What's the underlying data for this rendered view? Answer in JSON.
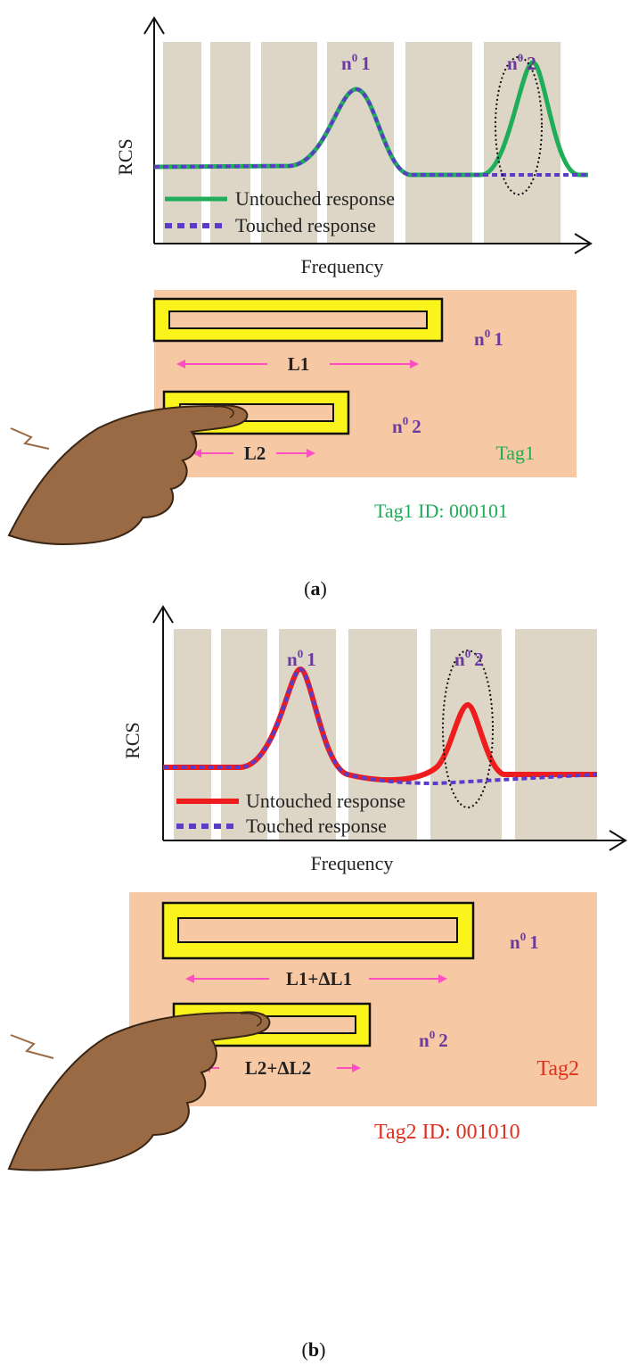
{
  "panel_a": {
    "y_label": "RCS",
    "x_label": "Frequency",
    "peak1_label": "n",
    "peak1_sup": "0",
    "peak1_num": "1",
    "peak2_label": "n",
    "peak2_sup": "0",
    "peak2_num": "2",
    "legend": {
      "untouched": "Untouched response",
      "touched": "Touched response"
    },
    "res1_label_n": "n",
    "res1_label_sup": "0",
    "res1_label_num": "1",
    "res2_label_n": "n",
    "res2_label_sup": "0",
    "res2_label_num": "2",
    "l1_label": "L1",
    "l2_label": "L2",
    "tag_label": "Tag1",
    "tag_id": "Tag1 ID: 000101",
    "caption_open": "(",
    "caption_letter": "a",
    "caption_close": ")",
    "colors": {
      "untouched": "#1fad5a",
      "tag": "#1fad5a"
    }
  },
  "panel_b": {
    "y_label": "RCS",
    "x_label": "Frequency",
    "peak1_label": "n",
    "peak1_sup": "0",
    "peak1_num": "1",
    "peak2_label": "n",
    "peak2_sup": "0",
    "peak2_num": "2",
    "legend": {
      "untouched": "Untouched response",
      "touched": "Touched response"
    },
    "res1_label_n": "n",
    "res1_label_sup": "0",
    "res1_label_num": "1",
    "res2_label_n": "n",
    "res2_label_sup": "0",
    "res2_label_num": "2",
    "l1_label": "L1+ΔL1",
    "l2_label": "L2+ΔL2",
    "tag_label": "Tag2",
    "tag_id": "Tag2 ID: 001010",
    "caption_open": "(",
    "caption_letter": "b",
    "caption_close": ")",
    "colors": {
      "untouched": "#ee1c1c",
      "tag": "#e03020"
    }
  },
  "colors": {
    "stripe": "#ddd6c6",
    "card": "#f6c8a4",
    "resonator_fill": "#fbf31c",
    "touched": "#6a2fd0",
    "arrow": "#ff4fc0",
    "label_purple": "#6a3aa0",
    "hand": "#9a6a44"
  }
}
